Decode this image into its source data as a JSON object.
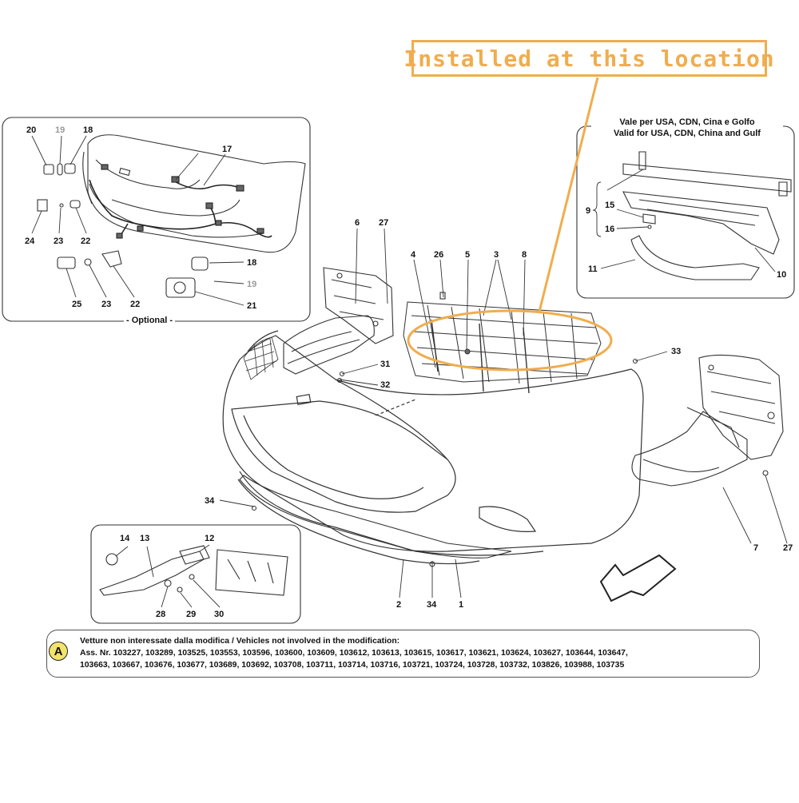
{
  "callout": {
    "label": "Installed at this location",
    "color": "#f0ad4e"
  },
  "optional_panel": {
    "label": "- Optional -"
  },
  "variant_panel": {
    "label_it": "Vale per USA, CDN, Cina e Golfo",
    "label_en": "Valid for USA, CDN, China and Gulf"
  },
  "note": {
    "badge": "A",
    "line1": "Vetture non interessate dalla modifica / Vehicles not involved in the modification:",
    "line2": "Ass. Nr. 103227, 103289, 103525, 103553, 103596, 103600, 103609, 103612, 103613, 103615, 103617, 103621, 103624, 103627, 103644, 103647,",
    "line3": "103663, 103667, 103676, 103677, 103689, 103692, 103708, 103711, 103714, 103716, 103721, 103724, 103728, 103732, 103826, 103988, 103735"
  },
  "part_numbers": {
    "p20": "20",
    "p19a": "19",
    "p18a": "18",
    "p17": "17",
    "p24": "24",
    "p23a": "23",
    "p22a": "22",
    "p25": "25",
    "p23b": "23",
    "p22b": "22",
    "p18b": "18",
    "p19b": "19",
    "p21": "21",
    "p6": "6",
    "p27a": "27",
    "p4": "4",
    "p26": "26",
    "p5": "5",
    "p3": "3",
    "p8": "8",
    "p31": "31",
    "p32": "32",
    "p33": "33",
    "p9": "9",
    "p15": "15",
    "p16": "16",
    "p11": "11",
    "p10": "10",
    "p34a": "34",
    "p7": "7",
    "p27b": "27",
    "p14": "14",
    "p13": "13",
    "p12": "12",
    "p28": "28",
    "p29": "29",
    "p30": "30",
    "p2": "2",
    "p34b": "34",
    "p1": "1"
  }
}
